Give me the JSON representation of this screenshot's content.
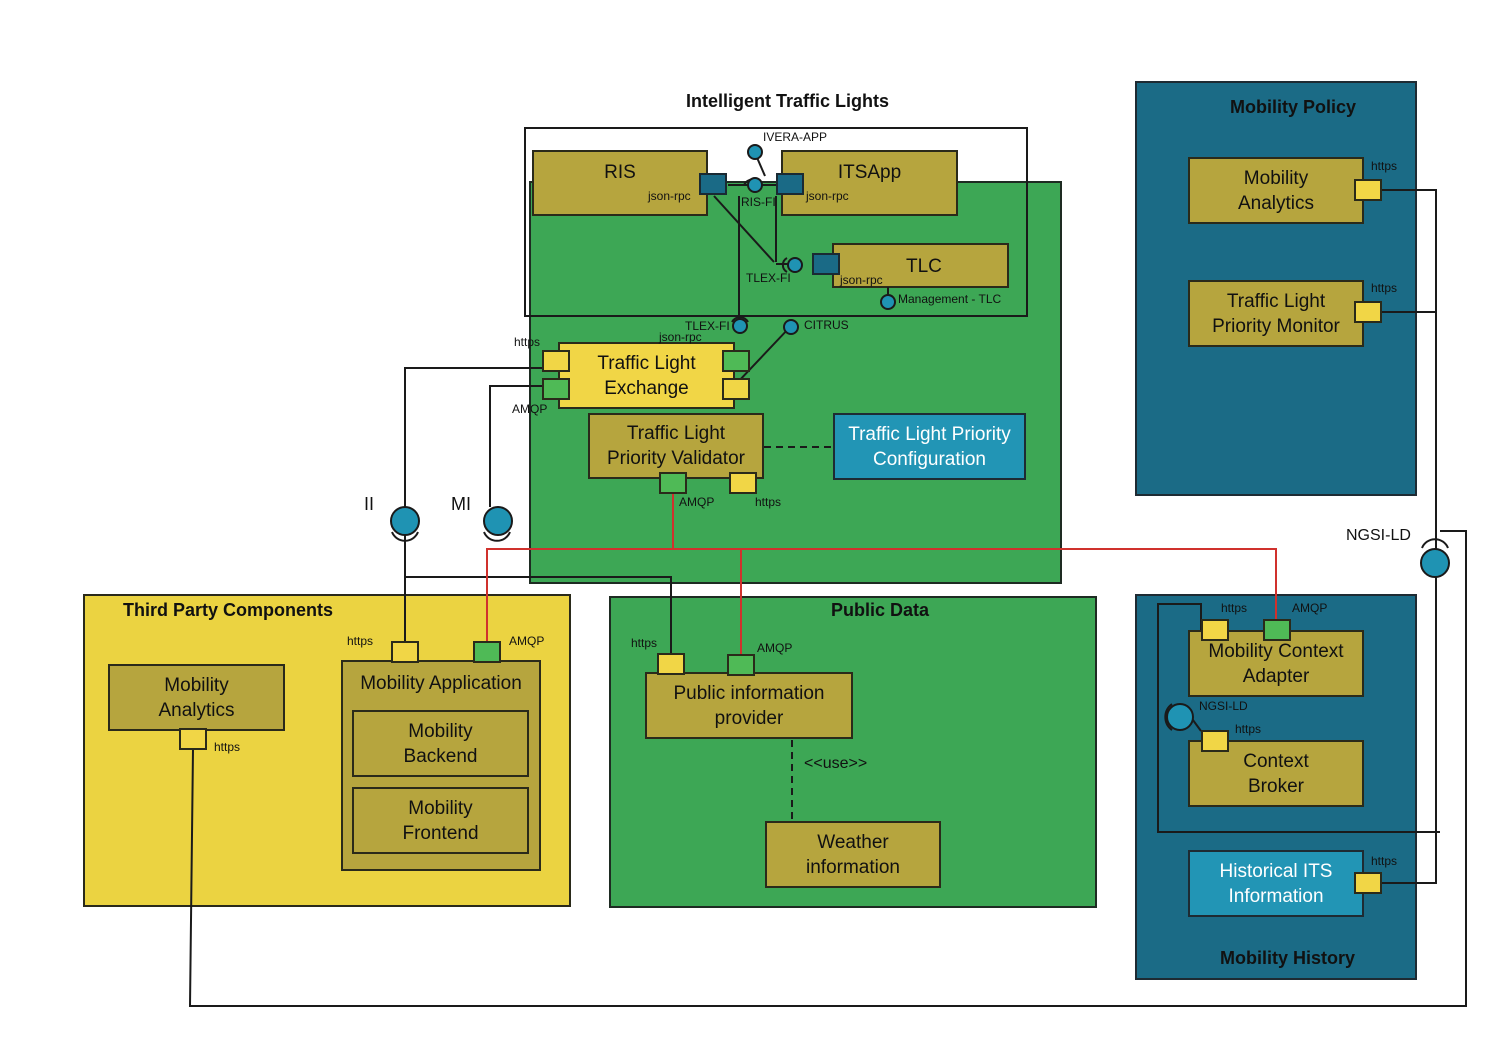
{
  "titles": {
    "itl": "Intelligent Traffic Lights",
    "mobility_policy": "Mobility Policy",
    "mobility_history": "Mobility History",
    "third_party": "Third Party Components",
    "public_data": "Public Data"
  },
  "components": {
    "ris": "RIS",
    "itsapp": "ITSApp",
    "tlc": "TLC",
    "tle": "Traffic Light\nExchange",
    "tlpv": "Traffic Light\nPriority Validator",
    "tlpc": "Traffic Light Priority\nConfiguration",
    "mp_analytics": "Mobility\nAnalytics",
    "tlpm": "Traffic Light\nPriority Monitor",
    "mca": "Mobility Context\nAdapter",
    "context_broker": "Context\nBroker",
    "historical_its": "Historical ITS\nInformation",
    "tp_analytics": "Mobility\nAnalytics",
    "mobility_app": "Mobility Application",
    "mobility_backend": "Mobility\nBackend",
    "mobility_frontend": "Mobility\nFrontend",
    "pip": "Public information\nprovider",
    "weather": "Weather\ninformation"
  },
  "labels": {
    "ivera_app": "IVERA-APP",
    "json_rpc_ris": "json-rpc",
    "json_rpc_itsapp": "json-rpc",
    "ris_fi": "RIS-FI",
    "tlex_fi_itl": "TLEX-FI",
    "json_rpc_tlc": "json-rpc",
    "management_tlc": "Management - TLC",
    "tlex_fi": "TLEX-FI",
    "json_rpc_tle": "json-rpc",
    "citrus": "CITRUS",
    "https_tle": "https",
    "amqp_tle": "AMQP",
    "amqp_tlpv": "AMQP",
    "https_tlpv": "https",
    "ii": "II",
    "mi": "MI",
    "ngsi_ld": "NGSI-LD",
    "https_mp_analytics": "https",
    "https_tlpm": "https",
    "https_mca": "https",
    "amqp_mca": "AMQP",
    "ngsi_ld_broker": "NGSI-LD",
    "https_broker": "https",
    "https_historical": "https",
    "https_tp_analytics": "https",
    "https_mobapp": "https",
    "amqp_mobapp": "AMQP",
    "https_pip": "https",
    "amqp_pip": "AMQP",
    "use": "<<use>>"
  },
  "colors": {
    "green_package": "#3da755",
    "yellow_package": "#ebd341",
    "blue_package": "#1b6b86",
    "component": "#b6a53e",
    "port_yellow": "#f1d646",
    "port_green": "#4fba56",
    "interface": "#1f93b3",
    "amqp_wire": "#d0312d"
  }
}
